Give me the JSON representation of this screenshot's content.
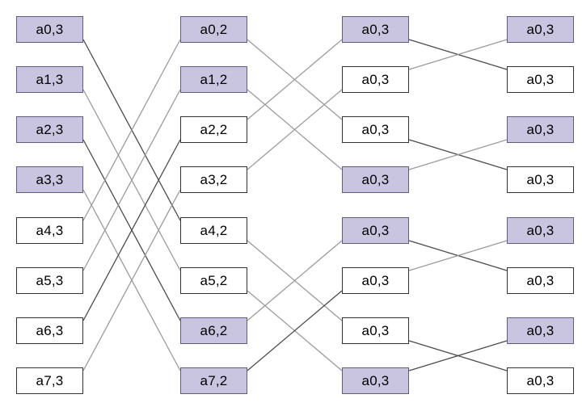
{
  "diagram": {
    "colors": {
      "background": "#ffffff",
      "highlight_fill": "#c9c5e1",
      "highlight_border": "#5d5d80",
      "plain_fill": "#ffffff",
      "plain_border": "#333333",
      "text": "#000000",
      "line_dark": "#4c4c4c",
      "line_gray": "#9b9b9b"
    },
    "columns": [
      {
        "name": "stage-3-initial",
        "nodes": [
          {
            "label": "a0,3",
            "highlighted": true
          },
          {
            "label": "a1,3",
            "highlighted": true
          },
          {
            "label": "a2,3",
            "highlighted": true
          },
          {
            "label": "a3,3",
            "highlighted": true
          },
          {
            "label": "a4,3",
            "highlighted": false
          },
          {
            "label": "a5,3",
            "highlighted": false
          },
          {
            "label": "a6,3",
            "highlighted": false
          },
          {
            "label": "a7,3",
            "highlighted": false
          }
        ]
      },
      {
        "name": "stage-2",
        "nodes": [
          {
            "label": "a0,2",
            "highlighted": true
          },
          {
            "label": "a1,2",
            "highlighted": true
          },
          {
            "label": "a2,2",
            "highlighted": false
          },
          {
            "label": "a3,2",
            "highlighted": false
          },
          {
            "label": "a4,2",
            "highlighted": false
          },
          {
            "label": "a5,2",
            "highlighted": false
          },
          {
            "label": "a6,2",
            "highlighted": true
          },
          {
            "label": "a7,2",
            "highlighted": true
          }
        ]
      },
      {
        "name": "stage-1",
        "nodes": [
          {
            "label": "a0,3",
            "highlighted": true
          },
          {
            "label": "a0,3",
            "highlighted": false
          },
          {
            "label": "a0,3",
            "highlighted": false
          },
          {
            "label": "a0,3",
            "highlighted": true
          },
          {
            "label": "a0,3",
            "highlighted": true
          },
          {
            "label": "a0,3",
            "highlighted": false
          },
          {
            "label": "a0,3",
            "highlighted": false
          },
          {
            "label": "a0,3",
            "highlighted": true
          }
        ]
      },
      {
        "name": "stage-0",
        "nodes": [
          {
            "label": "a0,3",
            "highlighted": true
          },
          {
            "label": "a0,3",
            "highlighted": false
          },
          {
            "label": "a0,3",
            "highlighted": true
          },
          {
            "label": "a0,3",
            "highlighted": false
          },
          {
            "label": "a0,3",
            "highlighted": true
          },
          {
            "label": "a0,3",
            "highlighted": false
          },
          {
            "label": "a0,3",
            "highlighted": true
          },
          {
            "label": "a0,3",
            "highlighted": false
          }
        ]
      }
    ],
    "edges": [
      {
        "from_col": 0,
        "from_row": 0,
        "to_col": 1,
        "to_row": 4,
        "tone": "dark"
      },
      {
        "from_col": 0,
        "from_row": 1,
        "to_col": 1,
        "to_row": 5,
        "tone": "gray"
      },
      {
        "from_col": 0,
        "from_row": 2,
        "to_col": 1,
        "to_row": 6,
        "tone": "dark"
      },
      {
        "from_col": 0,
        "from_row": 3,
        "to_col": 1,
        "to_row": 7,
        "tone": "gray"
      },
      {
        "from_col": 0,
        "from_row": 4,
        "to_col": 1,
        "to_row": 0,
        "tone": "gray"
      },
      {
        "from_col": 0,
        "from_row": 5,
        "to_col": 1,
        "to_row": 1,
        "tone": "gray"
      },
      {
        "from_col": 0,
        "from_row": 6,
        "to_col": 1,
        "to_row": 2,
        "tone": "dark"
      },
      {
        "from_col": 0,
        "from_row": 7,
        "to_col": 1,
        "to_row": 3,
        "tone": "gray"
      },
      {
        "from_col": 1,
        "from_row": 0,
        "to_col": 2,
        "to_row": 2,
        "tone": "gray"
      },
      {
        "from_col": 1,
        "from_row": 1,
        "to_col": 2,
        "to_row": 3,
        "tone": "gray"
      },
      {
        "from_col": 1,
        "from_row": 2,
        "to_col": 2,
        "to_row": 0,
        "tone": "gray"
      },
      {
        "from_col": 1,
        "from_row": 3,
        "to_col": 2,
        "to_row": 1,
        "tone": "gray"
      },
      {
        "from_col": 1,
        "from_row": 4,
        "to_col": 2,
        "to_row": 6,
        "tone": "gray"
      },
      {
        "from_col": 1,
        "from_row": 5,
        "to_col": 2,
        "to_row": 7,
        "tone": "gray"
      },
      {
        "from_col": 1,
        "from_row": 6,
        "to_col": 2,
        "to_row": 4,
        "tone": "gray"
      },
      {
        "from_col": 1,
        "from_row": 7,
        "to_col": 2,
        "to_row": 5,
        "tone": "dark"
      },
      {
        "from_col": 2,
        "from_row": 0,
        "to_col": 3,
        "to_row": 1,
        "tone": "dark"
      },
      {
        "from_col": 2,
        "from_row": 1,
        "to_col": 3,
        "to_row": 0,
        "tone": "gray"
      },
      {
        "from_col": 2,
        "from_row": 2,
        "to_col": 3,
        "to_row": 3,
        "tone": "dark"
      },
      {
        "from_col": 2,
        "from_row": 3,
        "to_col": 3,
        "to_row": 2,
        "tone": "gray"
      },
      {
        "from_col": 2,
        "from_row": 4,
        "to_col": 3,
        "to_row": 5,
        "tone": "dark"
      },
      {
        "from_col": 2,
        "from_row": 5,
        "to_col": 3,
        "to_row": 4,
        "tone": "gray"
      },
      {
        "from_col": 2,
        "from_row": 6,
        "to_col": 3,
        "to_row": 7,
        "tone": "dark"
      },
      {
        "from_col": 2,
        "from_row": 7,
        "to_col": 3,
        "to_row": 6,
        "tone": "dark"
      }
    ]
  }
}
